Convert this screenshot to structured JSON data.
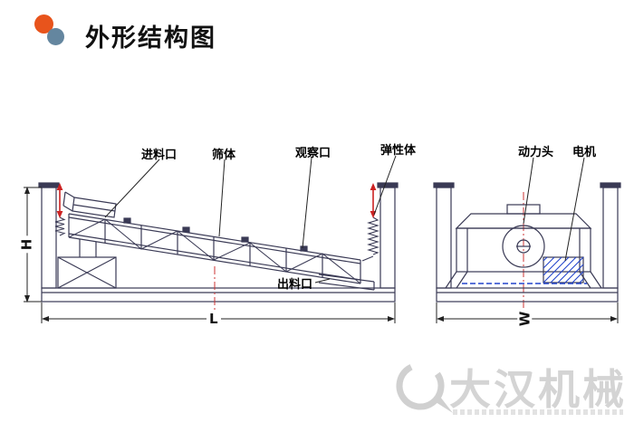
{
  "title": "外形结构图",
  "logo": {
    "top_circle_color": "#e8541c",
    "bottom_circle_color": "#64869f"
  },
  "part_labels": {
    "feed_inlet": "进料口",
    "screen_body": "筛体",
    "observation_port": "观察口",
    "elastic_body": "弹性体",
    "power_head": "动力头",
    "motor": "电机",
    "discharge_outlet": "出料口"
  },
  "dimension_labels": {
    "length": "L",
    "height": "H",
    "width": "W"
  },
  "watermark": {
    "brand": "大汉机械"
  },
  "colors": {
    "drawing_line": "#3a3a55",
    "leader_line": "#222222",
    "vibration_arrow_red": "#cc2222",
    "centerline_red": "#cc3333",
    "hatch_blue": "#2244cc",
    "watermark_gray": "#d4d4d4"
  }
}
